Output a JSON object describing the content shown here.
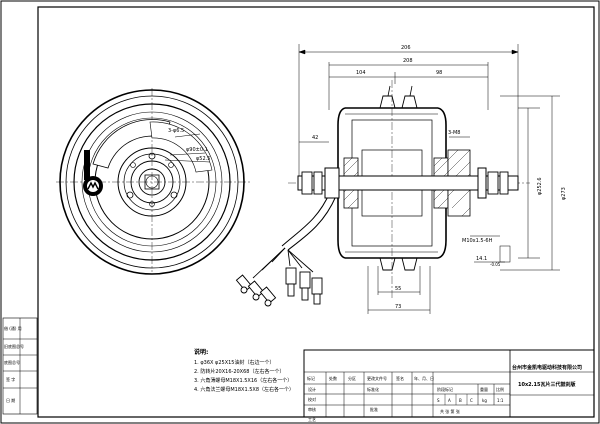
{
  "dimensions": {
    "overall_width": "206",
    "inner_width": "208",
    "left_segment": "104",
    "right_segment": "98",
    "flange_offset": "42",
    "hole_pattern": "3-φ6.5",
    "outer_diameter": "φ273",
    "rim_diameter": "φ252.6",
    "pcd_side": "φ90±0.1",
    "pcd_small": "φ52.5",
    "bolt_holes": "3-M8",
    "thread": "M10x1.5-6H",
    "flat": "14.1",
    "flat_tol": "-0.05",
    "bottom_width": "73",
    "bottom_inner": "55"
  },
  "notes": {
    "header": "说明:",
    "items": [
      "1. φ36X φ25X15油封（右边一个）",
      "2. 防转片20X16-20X68（左右各一个）",
      "3. 六角薄螺母M18X1.5X16（左右各一个）",
      "4. 六角法兰螺母M18X1.5X8（左右各一个）"
    ]
  },
  "side_stamp": {
    "labels": [
      "借 (通) 用",
      "旧底图总号",
      "底图总号",
      "签 字",
      "日 期"
    ]
  },
  "title_block": {
    "company": "台州市金凯电驱动科技有限公司",
    "product": "10x2.15瓦片三代鼓刹版",
    "headers": [
      "标记",
      "处数",
      "分区",
      "更改文件号",
      "签名",
      "年、月、日"
    ],
    "roles": [
      "设计",
      "校对",
      "审核",
      "工艺"
    ],
    "std_label": "标准化",
    "approve_label": "批准",
    "stage_label": "阶段标记",
    "weight_label": "重量",
    "scale_label": "比例",
    "scale_value": "1:1",
    "stage_marks": [
      "S",
      "A",
      "B",
      "C"
    ],
    "weight_unit": "kg",
    "sheet_info": "共 张 第 张"
  }
}
